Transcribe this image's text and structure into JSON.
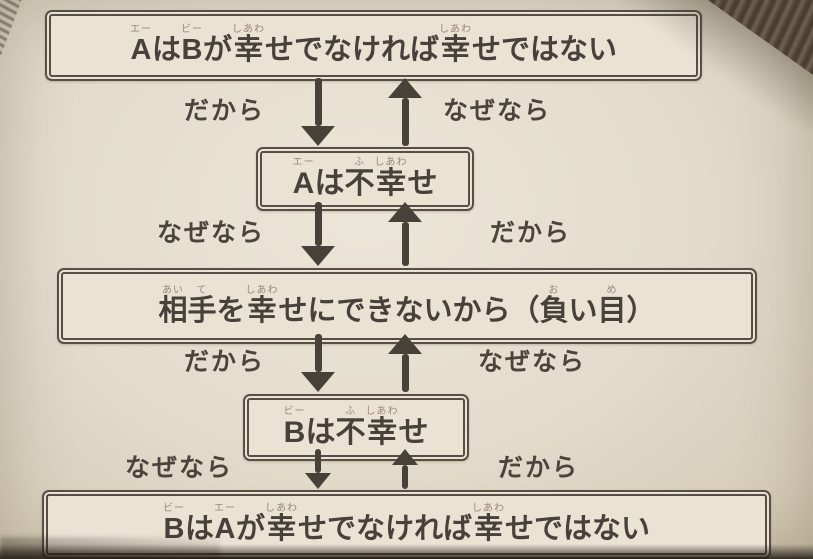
{
  "palette": {
    "paper": "#e3dccc",
    "ink": "#46413a",
    "ruby": "#9a867c",
    "border": "#574f45"
  },
  "boxes": [
    {
      "id": "a-condition",
      "text": "AはBが幸せでなければ幸せではない",
      "segments": [
        {
          "base": "A",
          "ruby": "エー"
        },
        {
          "base": "は",
          "ruby": ""
        },
        {
          "base": "B",
          "ruby": "ビー"
        },
        {
          "base": "が",
          "ruby": ""
        },
        {
          "base": "幸",
          "ruby": "しあわ"
        },
        {
          "base": "せでなければ",
          "ruby": ""
        },
        {
          "base": "幸",
          "ruby": "しあわ"
        },
        {
          "base": "せではない",
          "ruby": ""
        }
      ]
    },
    {
      "id": "a-unhappy",
      "text": "Aは不幸せ",
      "segments": [
        {
          "base": "A",
          "ruby": "エー"
        },
        {
          "base": "は",
          "ruby": ""
        },
        {
          "base": "不",
          "ruby": "ふ"
        },
        {
          "base": "幸",
          "ruby": "しあわ"
        },
        {
          "base": "せ",
          "ruby": ""
        }
      ]
    },
    {
      "id": "reason-guilt",
      "text": "相手を幸せにできないから（負い目）",
      "segments": [
        {
          "base": "相",
          "ruby": "あい"
        },
        {
          "base": "手",
          "ruby": "て"
        },
        {
          "base": "を",
          "ruby": ""
        },
        {
          "base": "幸",
          "ruby": "しあわ"
        },
        {
          "base": "せにできないから（",
          "ruby": ""
        },
        {
          "base": "負",
          "ruby": "お"
        },
        {
          "base": "い",
          "ruby": ""
        },
        {
          "base": "目",
          "ruby": "め"
        },
        {
          "base": "）",
          "ruby": ""
        }
      ]
    },
    {
      "id": "b-unhappy",
      "text": "Bは不幸せ",
      "segments": [
        {
          "base": "B",
          "ruby": "ビー"
        },
        {
          "base": "は",
          "ruby": ""
        },
        {
          "base": "不",
          "ruby": "ふ"
        },
        {
          "base": "幸",
          "ruby": "しあわ"
        },
        {
          "base": "せ",
          "ruby": ""
        }
      ]
    },
    {
      "id": "b-condition",
      "text": "BはAが幸せでなければ幸せではない",
      "segments": [
        {
          "base": "B",
          "ruby": "ビー"
        },
        {
          "base": "は",
          "ruby": ""
        },
        {
          "base": "A",
          "ruby": "エー"
        },
        {
          "base": "が",
          "ruby": ""
        },
        {
          "base": "幸",
          "ruby": "しあわ"
        },
        {
          "base": "せでなければ",
          "ruby": ""
        },
        {
          "base": "幸",
          "ruby": "しあわ"
        },
        {
          "base": "せではない",
          "ruby": ""
        }
      ]
    }
  ],
  "rows": [
    {
      "left_label": "だから",
      "right_label": "なぜなら"
    },
    {
      "left_label": "なぜなら",
      "right_label": "だから"
    },
    {
      "left_label": "だから",
      "right_label": "なぜなら"
    },
    {
      "left_label": "なぜなら",
      "right_label": "だから"
    }
  ]
}
